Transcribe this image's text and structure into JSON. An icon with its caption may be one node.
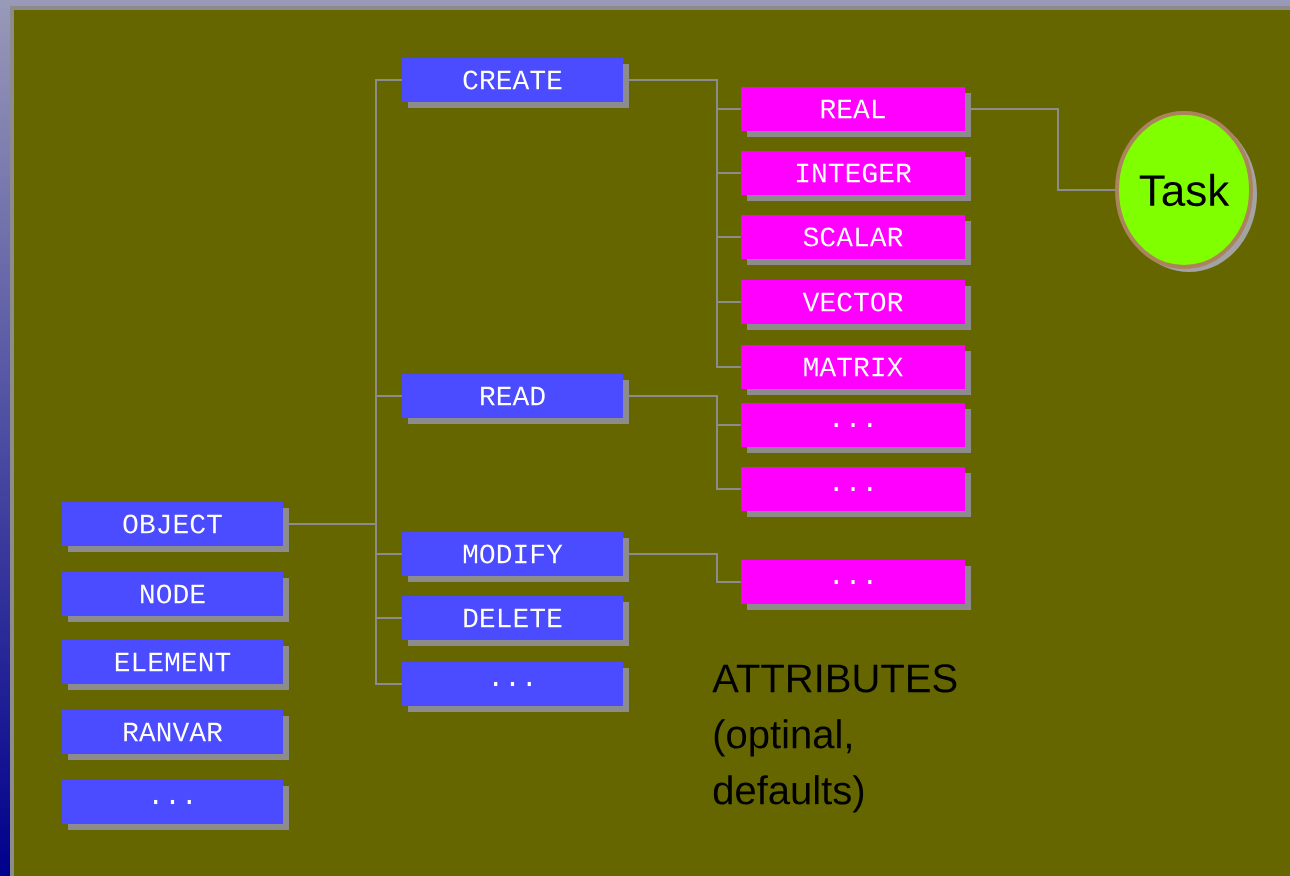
{
  "diagram": {
    "nodes": [
      {
        "text": [
          "OBJECT"
        ]
      },
      {
        "text": [
          "NODE"
        ]
      },
      {
        "text": [
          "ELEMENT"
        ]
      },
      {
        "text": [
          "RANVAR"
        ]
      },
      {
        "text": [
          "..."
        ]
      },
      {
        "text": [
          "CREATE"
        ]
      },
      {
        "text": [
          "READ"
        ]
      },
      {
        "text": [
          "MODIFY"
        ]
      },
      {
        "text": [
          "DELETE"
        ]
      },
      {
        "text": [
          "..."
        ]
      },
      {
        "text": [
          "REAL"
        ]
      },
      {
        "text": [
          "INTEGER"
        ]
      },
      {
        "text": [
          "SCALAR"
        ]
      },
      {
        "text": [
          "VECTOR"
        ]
      },
      {
        "text": [
          "MATRIX"
        ]
      },
      {
        "text": [
          "..."
        ]
      },
      {
        "text": [
          "..."
        ]
      },
      {
        "text": [
          "..."
        ]
      },
      {
        "text": [
          "Task"
        ]
      }
    ],
    "edges": [
      {
        "from": 0,
        "to": 5,
        "arrow": "none"
      },
      {
        "from": 0,
        "to": 6,
        "arrow": "none"
      },
      {
        "from": 0,
        "to": 7,
        "arrow": "none"
      },
      {
        "from": 0,
        "to": 8,
        "arrow": "none"
      },
      {
        "from": 0,
        "to": 9,
        "arrow": "none"
      },
      {
        "from": 5,
        "to": 10,
        "arrow": "none"
      },
      {
        "from": 5,
        "to": 11,
        "arrow": "none"
      },
      {
        "from": 5,
        "to": 12,
        "arrow": "none"
      },
      {
        "from": 5,
        "to": 13,
        "arrow": "none"
      },
      {
        "from": 5,
        "to": 14,
        "arrow": "none"
      },
      {
        "from": 6,
        "to": 15,
        "arrow": "none"
      },
      {
        "from": 6,
        "to": 16,
        "arrow": "none"
      },
      {
        "from": 7,
        "to": 17,
        "arrow": "none"
      },
      {
        "from": 10,
        "to": 18,
        "arrow": "none"
      }
    ],
    "labels": [
      "ATTRIBUTES (optinal, defaults)"
    ]
  }
}
